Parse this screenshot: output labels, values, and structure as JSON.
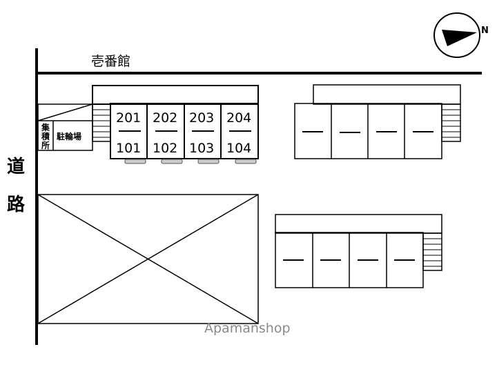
{
  "building_name": "壱番館",
  "road_label_chars": [
    "道",
    "路"
  ],
  "north_label": "N",
  "watermark": "Apamanshop",
  "facilities": {
    "garbage_station_chars": [
      "集",
      "積",
      "所"
    ],
    "bicycle_parking": "駐輪場"
  },
  "units_upper": [
    "201",
    "202",
    "203",
    "204"
  ],
  "units_lower": [
    "101",
    "102",
    "103",
    "104"
  ],
  "unit_separator": "—"
}
